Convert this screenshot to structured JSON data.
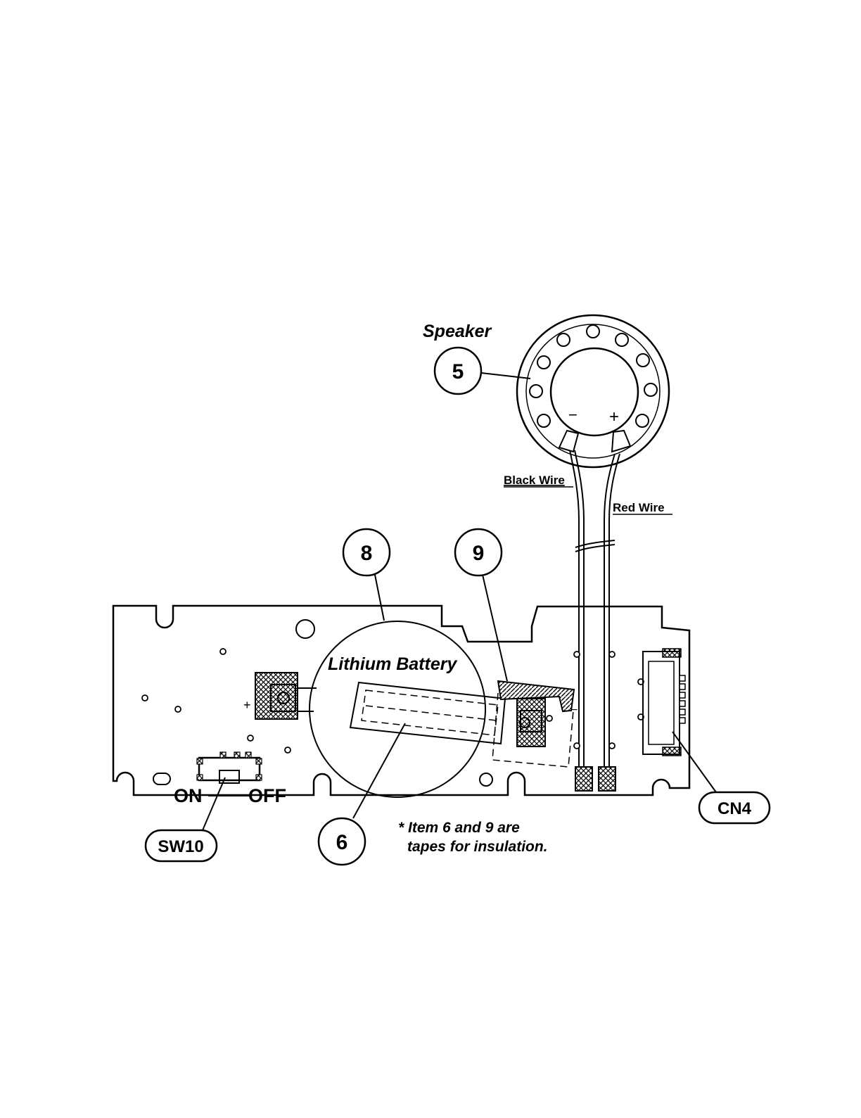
{
  "labels": {
    "speaker": "Speaker",
    "black_wire": "Black Wire",
    "red_wire": "Red Wire",
    "lithium_battery": "Lithium Battery",
    "switch_on": "ON",
    "switch_off": "OFF",
    "minus": "−",
    "plus": "+",
    "board_plus": "+",
    "board_minus": "−"
  },
  "callouts": {
    "item5": "5",
    "item6": "6",
    "item8": "8",
    "item9": "9",
    "sw10": "SW10",
    "cn4": "CN4"
  },
  "note": {
    "line1": "* Item 6 and 9 are",
    "line2": "tapes for insulation."
  }
}
